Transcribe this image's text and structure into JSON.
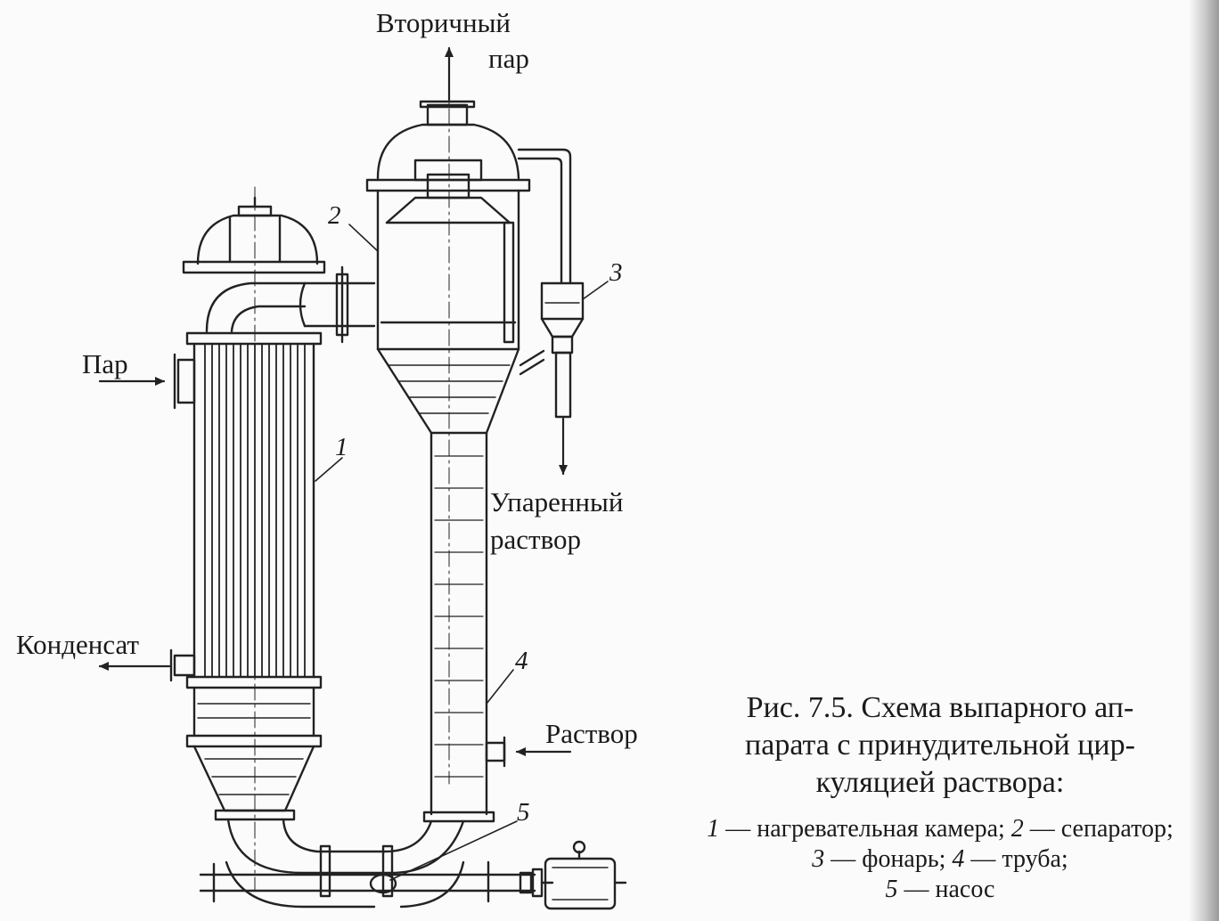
{
  "labels": {
    "secondary_steam_1": "Вторичный",
    "secondary_steam_2": "пар",
    "steam": "Пар",
    "condensate": "Конденсат",
    "evaporated_solution_1": "Упаренный",
    "evaporated_solution_2": "раствор",
    "solution": "Раствор"
  },
  "numbers": {
    "n1": "1",
    "n2": "2",
    "n3": "3",
    "n4": "4",
    "n5": "5"
  },
  "caption": {
    "line1": "Рис. 7.5. Схема выпарного ап-",
    "line2": "парата с принудительной цир-",
    "line3": "куляцией раствора:",
    "legend": [
      {
        "n": "1",
        "text": "— нагревательная камера;"
      },
      {
        "n": "2",
        "text": "— сепаратор;"
      },
      {
        "n": "3",
        "text": "— фонарь;"
      },
      {
        "n": "4",
        "text": "— труба;"
      },
      {
        "n": "5",
        "text": "— насос"
      }
    ]
  }
}
